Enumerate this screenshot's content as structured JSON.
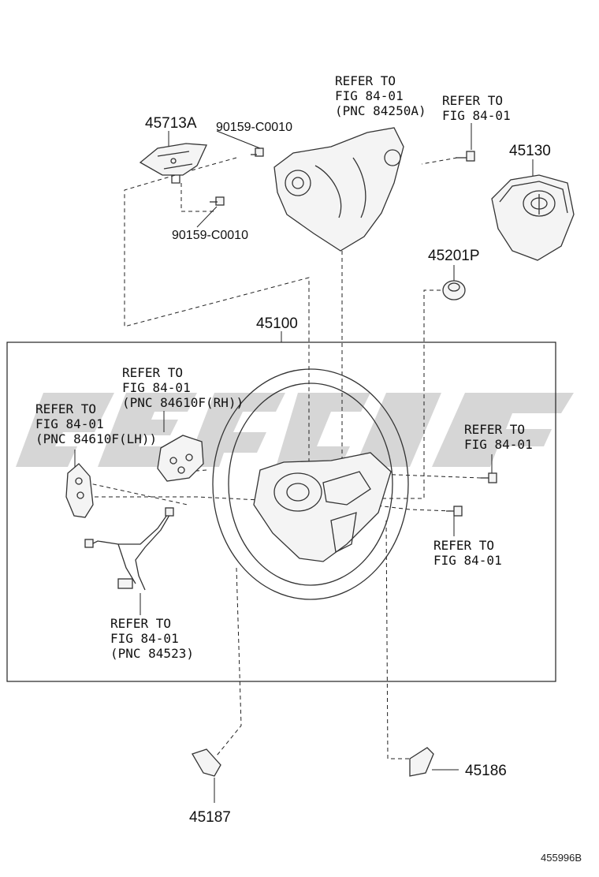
{
  "parts": {
    "p45713a": "45713A",
    "p90159_top": "90159-C0010",
    "p90159_bottom": "90159-C0010",
    "p45130": "45130",
    "p45201p": "45201P",
    "p45100": "45100",
    "p45187": "45187",
    "p45186": "45186"
  },
  "refs": {
    "cover_top": [
      "REFER TO",
      "FIG 84-01",
      "(PNC 84250A)"
    ],
    "screw_top": [
      "REFER TO",
      "FIG 84-01"
    ],
    "switch_rh": [
      "REFER TO",
      "FIG 84-01",
      "(PNC 84610F(RH))"
    ],
    "switch_lh": [
      "REFER TO",
      "FIG 84-01",
      "(PNC 84610F(LH))"
    ],
    "screw_right": [
      "REFER TO",
      "FIG 84-01"
    ],
    "screw_lower_right": [
      "REFER TO",
      "FIG 84-01"
    ],
    "harness": [
      "REFER TO",
      "FIG 84-01",
      "(PNC 84523)"
    ]
  },
  "figure_code": "455996B",
  "colors": {
    "line": "#222222",
    "watermark": "#b4b4b4"
  }
}
